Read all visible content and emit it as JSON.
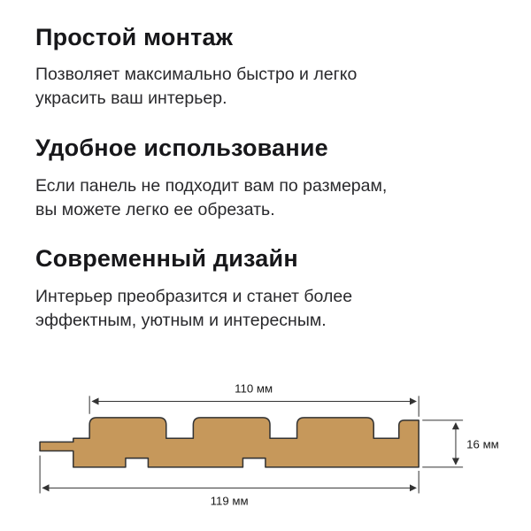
{
  "sections": [
    {
      "title": "Простой монтаж",
      "lines": [
        "Позволяет максимально быстро и легко",
        "украсить ваш интерьер."
      ]
    },
    {
      "title": "Удобное использование",
      "lines": [
        "Если панель не подходит вам по размерам,",
        "вы можете легко ее обрезать."
      ]
    },
    {
      "title": "Современный дизайн",
      "lines": [
        "Интерьер преобразится и станет более",
        "эффектным, уютным и интересным."
      ]
    }
  ],
  "diagram": {
    "dim_top": "110 мм",
    "dim_right": "16 мм",
    "dim_bottom": "119 мм",
    "panel_fill": "#c6985b",
    "outline_color": "#333333"
  }
}
